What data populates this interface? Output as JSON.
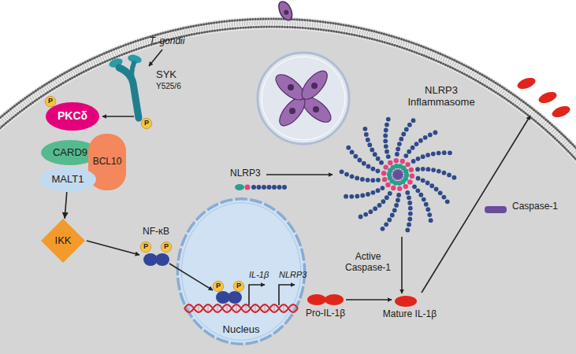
{
  "diagram": {
    "nodes": [
      {
        "text": [
          "P"
        ]
      },
      {
        "text": [
          "PKCδ"
        ]
      },
      {
        "text": [
          "P"
        ]
      },
      {
        "text": [
          "CARD9"
        ]
      },
      {
        "text": [
          "BCL10"
        ]
      },
      {
        "text": [
          "MALT1"
        ]
      },
      {
        "text": [
          "IKK"
        ]
      },
      {
        "text": [
          "P"
        ]
      },
      {
        "text": [
          "P"
        ]
      },
      {
        "text": [
          "Nucleus"
        ]
      },
      {
        "text": [
          "P"
        ],
        "in": 9
      },
      {
        "text": [
          "P"
        ],
        "in": 9
      }
    ],
    "edges": [
      {
        "from": 5,
        "to": 6,
        "arrow": "to"
      }
    ],
    "labels": [
      "T. gondii",
      "SYK",
      "Y525/6",
      "NF-κB",
      "IL-1β",
      "NLRP3",
      "NLRP3",
      "NLRP3 Inflammasome",
      "Caspase-1",
      "Active Caspase-1",
      "Pro-IL-1β",
      "Mature IL-1β"
    ]
  }
}
